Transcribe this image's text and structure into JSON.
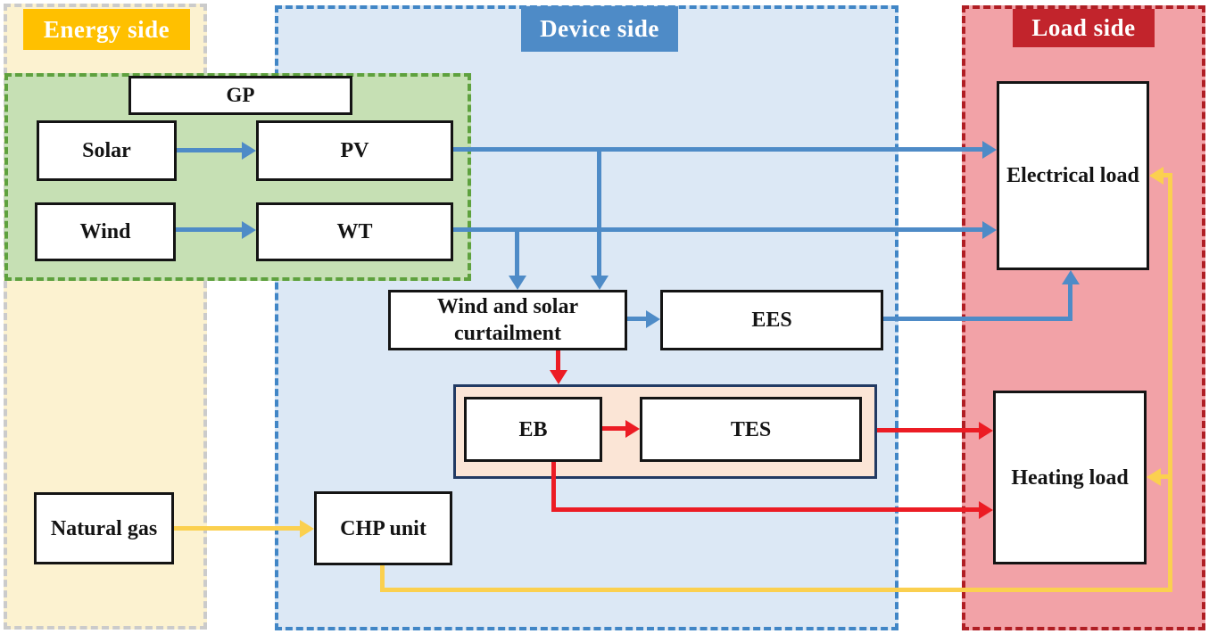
{
  "regions": {
    "energy": {
      "label": "Energy side",
      "label_bg": "#FFC000",
      "fill": "#FCF2D0",
      "border": "#CBCBCB"
    },
    "device": {
      "label": "Device side",
      "label_bg": "#4E8BC7",
      "fill": "#DCE8F5",
      "border": "#4186C6"
    },
    "load": {
      "label": "Load side",
      "label_bg": "#C2242C",
      "fill": "#F2A2A7",
      "border": "#B01E24"
    }
  },
  "groups": {
    "generation": {
      "fill": "#C6E0B4",
      "border": "#5EA13E"
    },
    "eb_tes": {
      "fill": "#FBE5D6",
      "border": "#223A63"
    }
  },
  "nodes": {
    "gp": "GP",
    "solar": "Solar",
    "pv": "PV",
    "wind": "Wind",
    "wt": "WT",
    "curtailment": "Wind and solar curtailment",
    "ees": "EES",
    "eb": "EB",
    "tes": "TES",
    "chp": "CHP unit",
    "natural_gas": "Natural gas",
    "electrical_load": "Electrical load",
    "heating_load": "Heating load"
  },
  "flow_colors": {
    "electricity_blue": "#4E8BC7",
    "heat_red": "#EC1C24",
    "gas_heat_yellow": "#FBD04F"
  },
  "flows": [
    {
      "from": "Solar",
      "to": "PV",
      "color": "blue"
    },
    {
      "from": "Wind",
      "to": "WT",
      "color": "blue"
    },
    {
      "from": "PV",
      "to": "Electrical load",
      "color": "blue"
    },
    {
      "from": "WT",
      "to": "Electrical load",
      "color": "blue"
    },
    {
      "from": "PV",
      "to": "Wind and solar curtailment",
      "color": "blue"
    },
    {
      "from": "WT",
      "to": "Wind and solar curtailment",
      "color": "blue"
    },
    {
      "from": "Wind and solar curtailment",
      "to": "EES",
      "color": "blue"
    },
    {
      "from": "EES",
      "to": "Electrical load",
      "color": "blue"
    },
    {
      "from": "Wind and solar curtailment",
      "to": "EB",
      "color": "red"
    },
    {
      "from": "EB",
      "to": "TES",
      "color": "red"
    },
    {
      "from": "TES",
      "to": "Heating load",
      "color": "red"
    },
    {
      "from": "EB",
      "to": "Heating load",
      "color": "red"
    },
    {
      "from": "Natural gas",
      "to": "CHP unit",
      "color": "yellow"
    },
    {
      "from": "CHP unit",
      "to": "Heating load",
      "color": "yellow"
    },
    {
      "from": "CHP unit",
      "to": "Electrical load",
      "color": "yellow"
    }
  ]
}
